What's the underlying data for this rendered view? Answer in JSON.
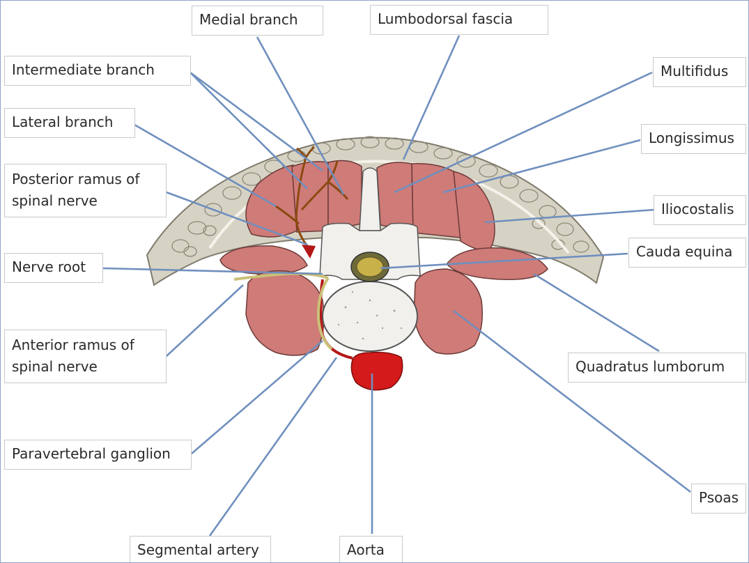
{
  "labels": {
    "medial_branch": "Medial branch",
    "lumbodorsal_fascia": "Lumbodorsal fascia",
    "intermediate_branch": "Intermediate branch",
    "multifidus": "Multifidus",
    "lateral_branch": "Lateral branch",
    "longissimus": "Longissimus",
    "posterior_ramus": "Posterior ramus of spinal nerve",
    "iliocostalis": "Iliocostalis",
    "cauda_equina": "Cauda equina",
    "nerve_root": "Nerve root",
    "anterior_ramus": "Anterior ramus of spinal nerve",
    "quadratus_lumborum": "Quadratus lumborum",
    "paravertebral_ganglion": "Paravertebral ganglion",
    "psoas": "Psoas",
    "segmental_artery": "Segmental artery",
    "aorta": "Aorta"
  },
  "colors": {
    "muscle": "#cf7b78",
    "fat": "#d7d3c4",
    "leader": "#6f8fbe",
    "nerve_posterior": "#8a4a10",
    "nerve_anterior": "#c9c178",
    "artery": "#cc1a1a",
    "bone": "#f1f0ec"
  }
}
